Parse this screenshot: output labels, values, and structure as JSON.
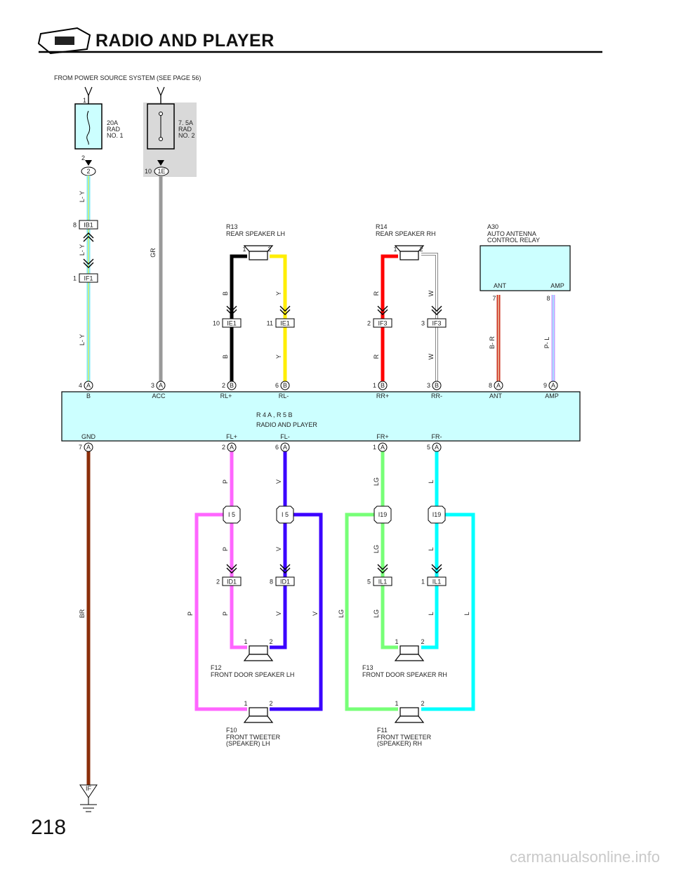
{
  "header": {
    "title": "RADIO AND PLAYER",
    "icon": "radio-player-icon"
  },
  "page_number": "218",
  "watermark": "carmanualsonline.info",
  "power_source": "FROM POWER SOURCE SYSTEM (SEE PAGE 56)",
  "fuses": [
    {
      "id": "rad1",
      "label": [
        "20A",
        "RAD",
        "NO. 1"
      ],
      "top_pin": "1",
      "bottom_pin": "2",
      "connector": "2"
    },
    {
      "id": "rad2",
      "label": [
        "7. 5A",
        "RAD",
        "NO. 2"
      ],
      "pin": "10",
      "connector": "1E"
    }
  ],
  "main_unit": {
    "label": "R 4    A  , R 5    B",
    "name": "RADIO AND PLAYER",
    "top_pins": [
      {
        "num": "4",
        "conn": "A",
        "name": "B"
      },
      {
        "num": "3",
        "conn": "A",
        "name": "ACC"
      },
      {
        "num": "2",
        "conn": "B",
        "name": "RL+"
      },
      {
        "num": "6",
        "conn": "B",
        "name": "RL-"
      },
      {
        "num": "1",
        "conn": "B",
        "name": "RR+"
      },
      {
        "num": "3",
        "conn": "B",
        "name": "RR-"
      },
      {
        "num": "8",
        "conn": "A",
        "name": "ANT"
      },
      {
        "num": "9",
        "conn": "A",
        "name": "AMP"
      }
    ],
    "bottom_pins": [
      {
        "num": "7",
        "conn": "A",
        "name": "GND"
      },
      {
        "num": "2",
        "conn": "A",
        "name": "FL+"
      },
      {
        "num": "6",
        "conn": "A",
        "name": "FL-"
      },
      {
        "num": "1",
        "conn": "A",
        "name": "FR+"
      },
      {
        "num": "5",
        "conn": "A",
        "name": "FR-"
      }
    ]
  },
  "components": [
    {
      "id": "R13",
      "name": "REAR SPEAKER LH"
    },
    {
      "id": "R14",
      "name": "REAR SPEAKER RH"
    },
    {
      "id": "A30",
      "name": [
        "AUTO ANTENNA",
        "CONTROL RELAY"
      ],
      "pins": [
        "ANT",
        "AMP"
      ],
      "pin_numbers": [
        "7",
        "8"
      ]
    },
    {
      "id": "F12",
      "name": "FRONT DOOR SPEAKER LH"
    },
    {
      "id": "F13",
      "name": "FRONT DOOR SPEAKER RH"
    },
    {
      "id": "F10",
      "name": [
        "FRONT TWEETER",
        "(SPEAKER) LH"
      ]
    },
    {
      "id": "F11",
      "name": [
        "FRONT TWEETER",
        "(SPEAKER) RH"
      ]
    }
  ],
  "connectors": [
    {
      "pin": "8",
      "name": "IB1"
    },
    {
      "pin": "1",
      "name": "IF1"
    },
    {
      "pin": "10",
      "name": "IE1"
    },
    {
      "pin": "11",
      "name": "IE1"
    },
    {
      "pin": "2",
      "name": "IF3"
    },
    {
      "pin": "3",
      "name": "IF3"
    },
    {
      "pin": "2",
      "name": "ID1"
    },
    {
      "pin": "8",
      "name": "ID1"
    },
    {
      "pin": "5",
      "name": "IL1"
    },
    {
      "pin": "1",
      "name": "IL1"
    }
  ],
  "junctions": [
    "I 5",
    "I 5",
    "I19",
    "I19"
  ],
  "ground": "IF",
  "speaker_pins": [
    "1",
    "2"
  ],
  "wires": {
    "L-Y": "L- Y",
    "GR": "GR",
    "B": "B",
    "Y": "Y",
    "R": "R",
    "W": "W",
    "B-R": "B- R",
    "P-L": "P- L",
    "BR": "BR",
    "P": "P",
    "V": "V",
    "LG": "LG",
    "L": "L"
  },
  "colors": {
    "P": "#ff66ff",
    "V": "#3b00ff",
    "LG": "#77ff77",
    "L": "#00ffff",
    "B": "#000000",
    "Y": "#ffee00",
    "R": "#ff0000",
    "W": "#bbbbbb",
    "GR": "#999999",
    "BR": "#8b2e0a",
    "LY": "#7ee8ff",
    "BRd": "#cc3322",
    "PLv": "#c9a0ff",
    "unit": "#ccffff",
    "shade": "#d9d9d9"
  }
}
